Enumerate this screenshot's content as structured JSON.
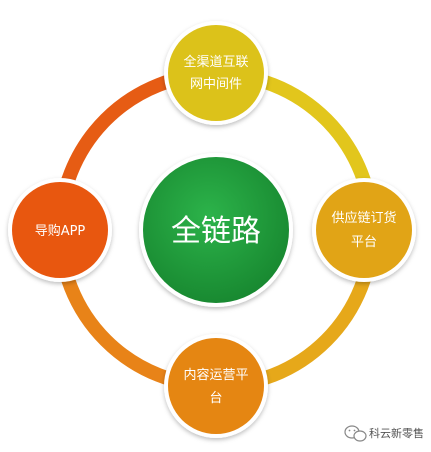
{
  "center": {
    "label": "全链路",
    "color": "#1e9a3a"
  },
  "nodes": [
    {
      "id": "top",
      "lines": [
        "全渠道互联",
        "网中间件"
      ],
      "color": "#dcc21a"
    },
    {
      "id": "right",
      "lines": [
        "供应链订货",
        "平台"
      ],
      "color": "#e1a416"
    },
    {
      "id": "bottom",
      "lines": [
        "内容运营平",
        "台"
      ],
      "color": "#e58612"
    },
    {
      "id": "left",
      "lines": [
        "导购APP"
      ],
      "color": "#e8570f"
    }
  ],
  "ring": {
    "colors": {
      "top": "#e2c61c",
      "right": "#e6a81a",
      "bottom": "#e88318",
      "left": "#e65c14"
    }
  },
  "watermark": {
    "text": "科云新零售"
  }
}
